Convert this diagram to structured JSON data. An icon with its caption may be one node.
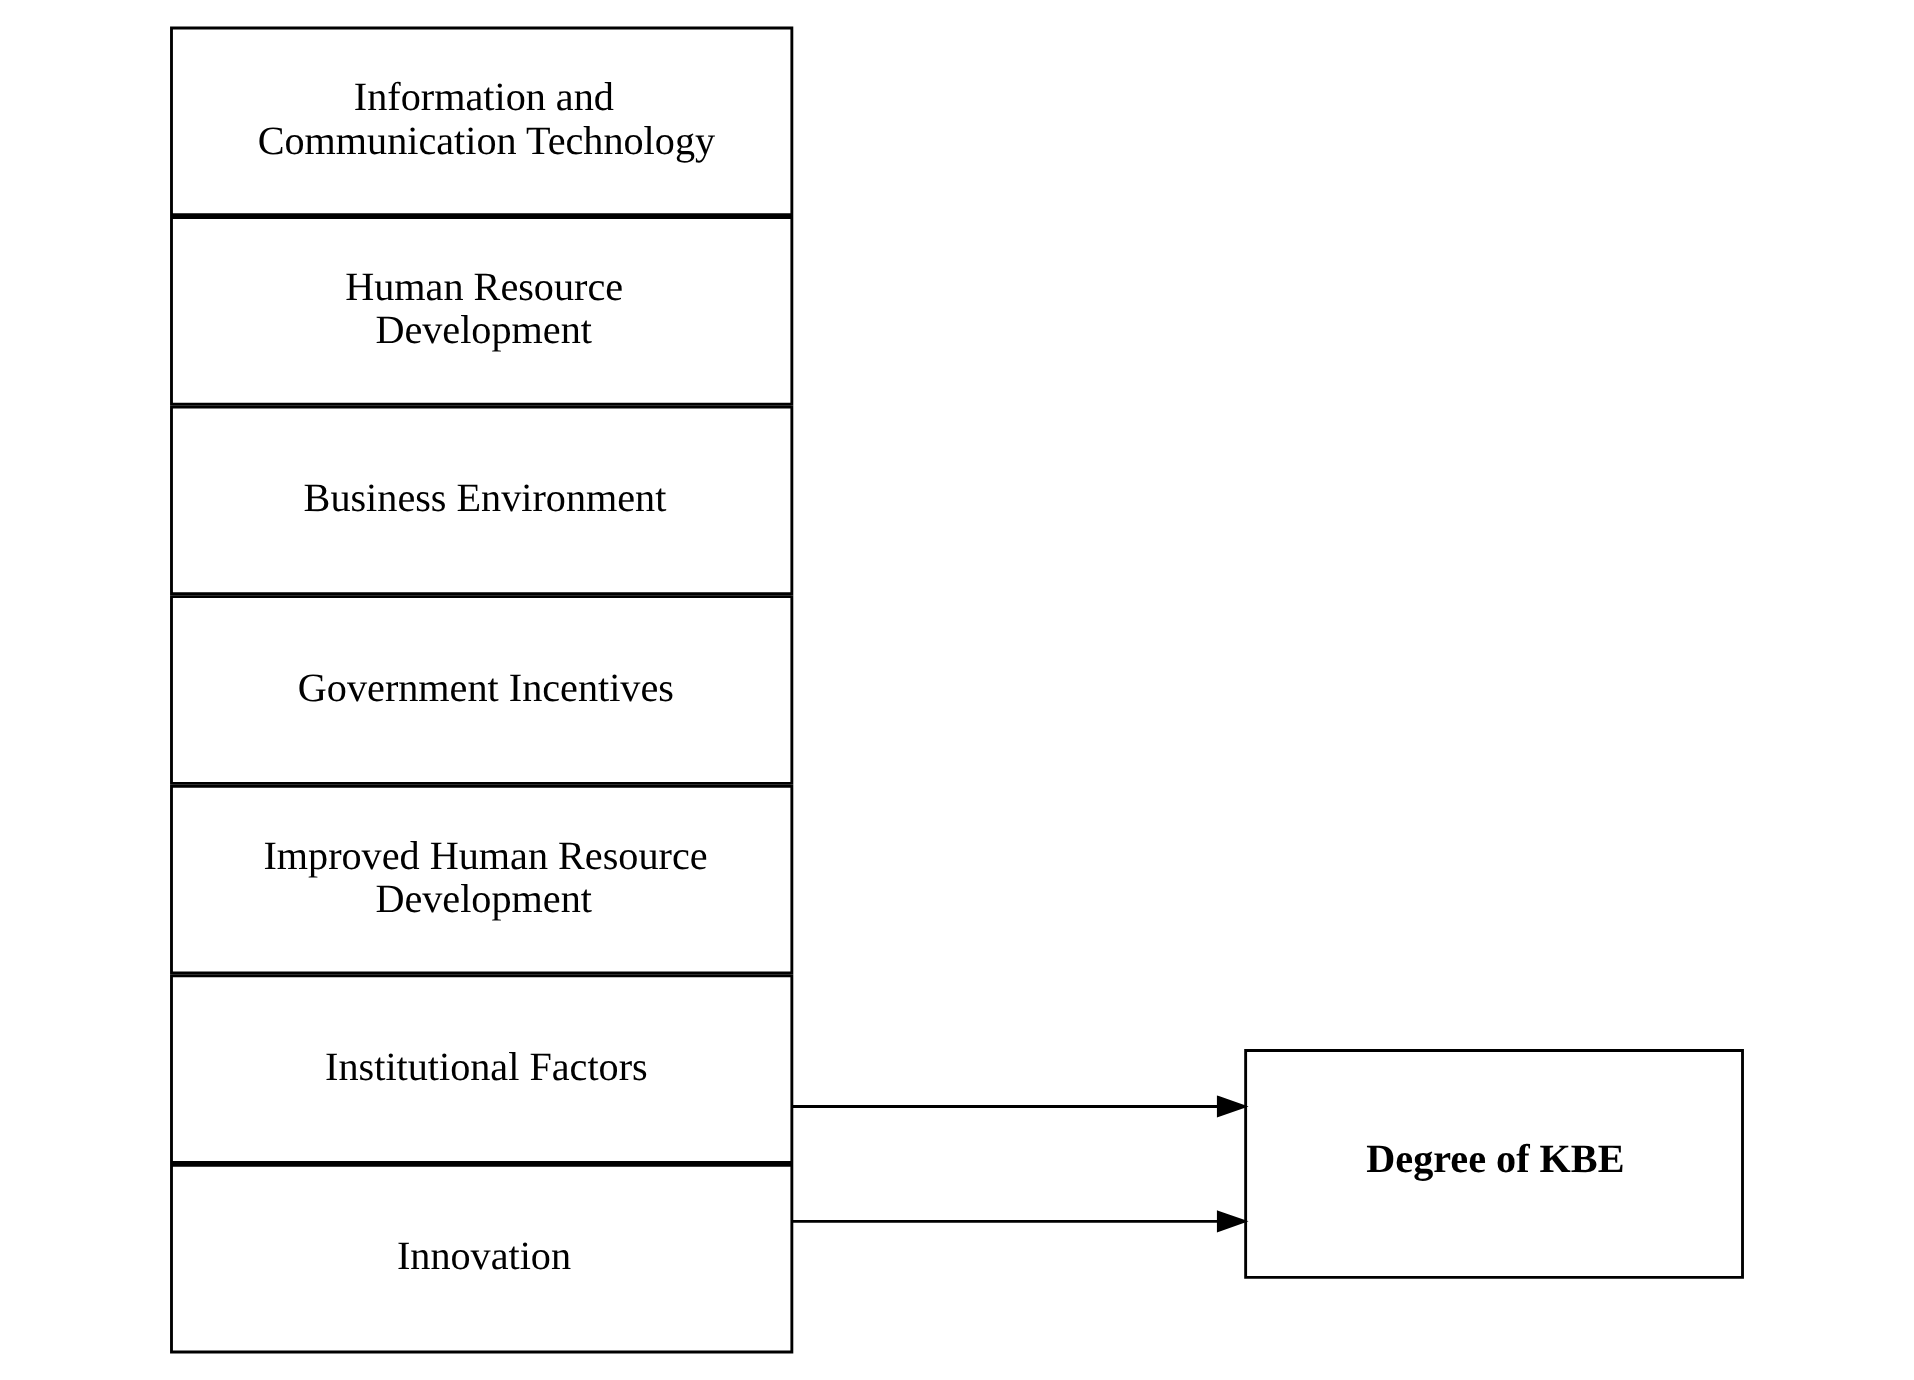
{
  "diagram": {
    "nodes": [
      {
        "text": [
          "Innovation"
        ]
      },
      {
        "text": [
          "Information and Communication Technology"
        ]
      },
      {
        "text": [
          "Human Resource Development"
        ]
      },
      {
        "text": [
          "Business Environment"
        ]
      },
      {
        "text": [
          "Government Incentives"
        ]
      },
      {
        "text": [
          "Improved Human Resource Development"
        ]
      },
      {
        "text": [
          "Institutional Factors"
        ]
      },
      {
        "text": [
          "Degree of KBE"
        ]
      }
    ],
    "edges": [
      {
        "from": 0,
        "to": 7,
        "arrow": "to"
      },
      {
        "from": 6,
        "to": 7,
        "arrow": "to"
      }
    ]
  }
}
